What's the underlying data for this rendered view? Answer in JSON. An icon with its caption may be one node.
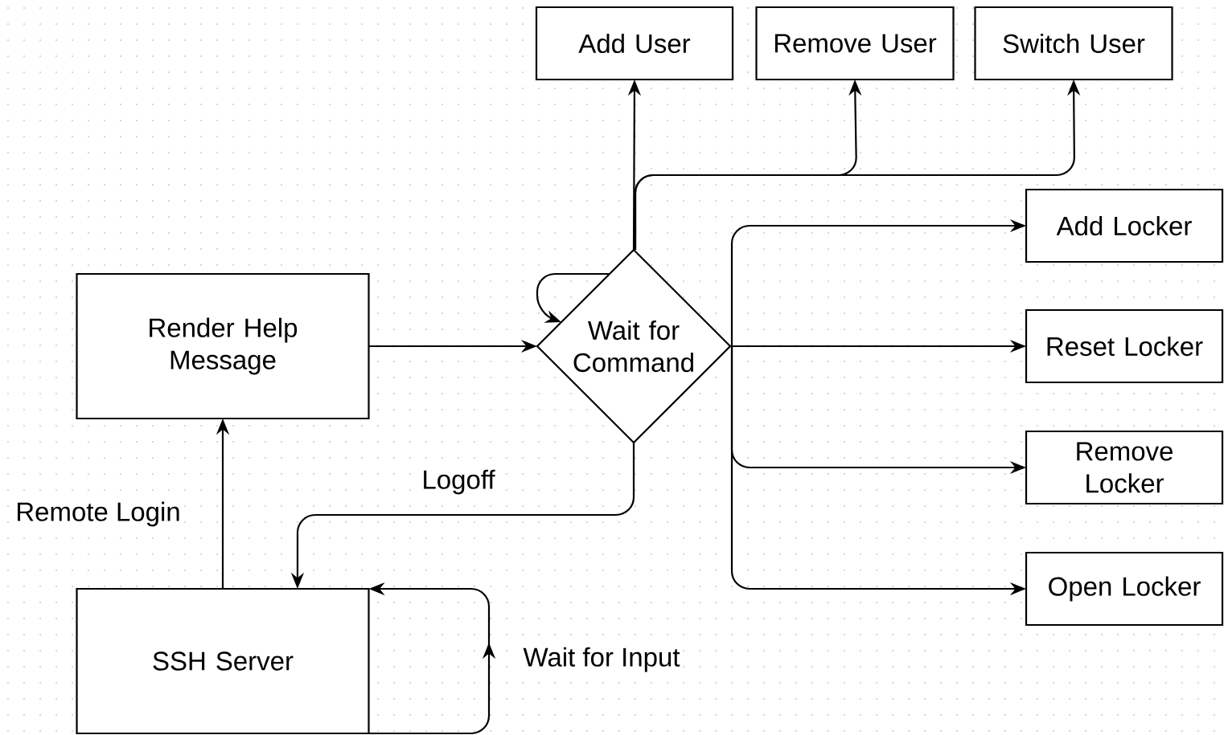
{
  "diagram": {
    "nodes": [
      {
        "text": [
          "Add User"
        ]
      },
      {
        "text": [
          "Remove User"
        ]
      },
      {
        "text": [
          "Switch User"
        ]
      },
      {
        "text": [
          "Add Locker"
        ]
      },
      {
        "text": [
          "Render Help Message"
        ]
      },
      {
        "text": [
          "Wait for Command"
        ]
      },
      {
        "text": [
          "Reset Locker"
        ]
      },
      {
        "text": [
          "Remove Locker"
        ]
      },
      {
        "text": [
          "Open Locker"
        ]
      },
      {
        "text": [
          "SSH Server"
        ]
      }
    ],
    "edges": [
      {
        "from": 9,
        "to": 4,
        "arrow": "to",
        "label": "Remote Login"
      },
      {
        "from": 4,
        "to": 5,
        "arrow": "to"
      },
      {
        "from": 5,
        "to": 5,
        "arrow": "to"
      },
      {
        "from": 5,
        "to": 0,
        "arrow": "to"
      },
      {
        "from": 5,
        "to": 1,
        "arrow": "to"
      },
      {
        "from": 5,
        "to": 2,
        "arrow": "to"
      },
      {
        "from": 5,
        "to": 3,
        "arrow": "to"
      },
      {
        "from": 5,
        "to": 6,
        "arrow": "to"
      },
      {
        "from": 5,
        "to": 7,
        "arrow": "to"
      },
      {
        "from": 5,
        "to": 8,
        "arrow": "to"
      },
      {
        "from": 5,
        "to": 9,
        "arrow": "to",
        "label": "Logoff"
      },
      {
        "from": 9,
        "to": 9,
        "arrow": "to",
        "label": "Wait for Input"
      }
    ]
  }
}
